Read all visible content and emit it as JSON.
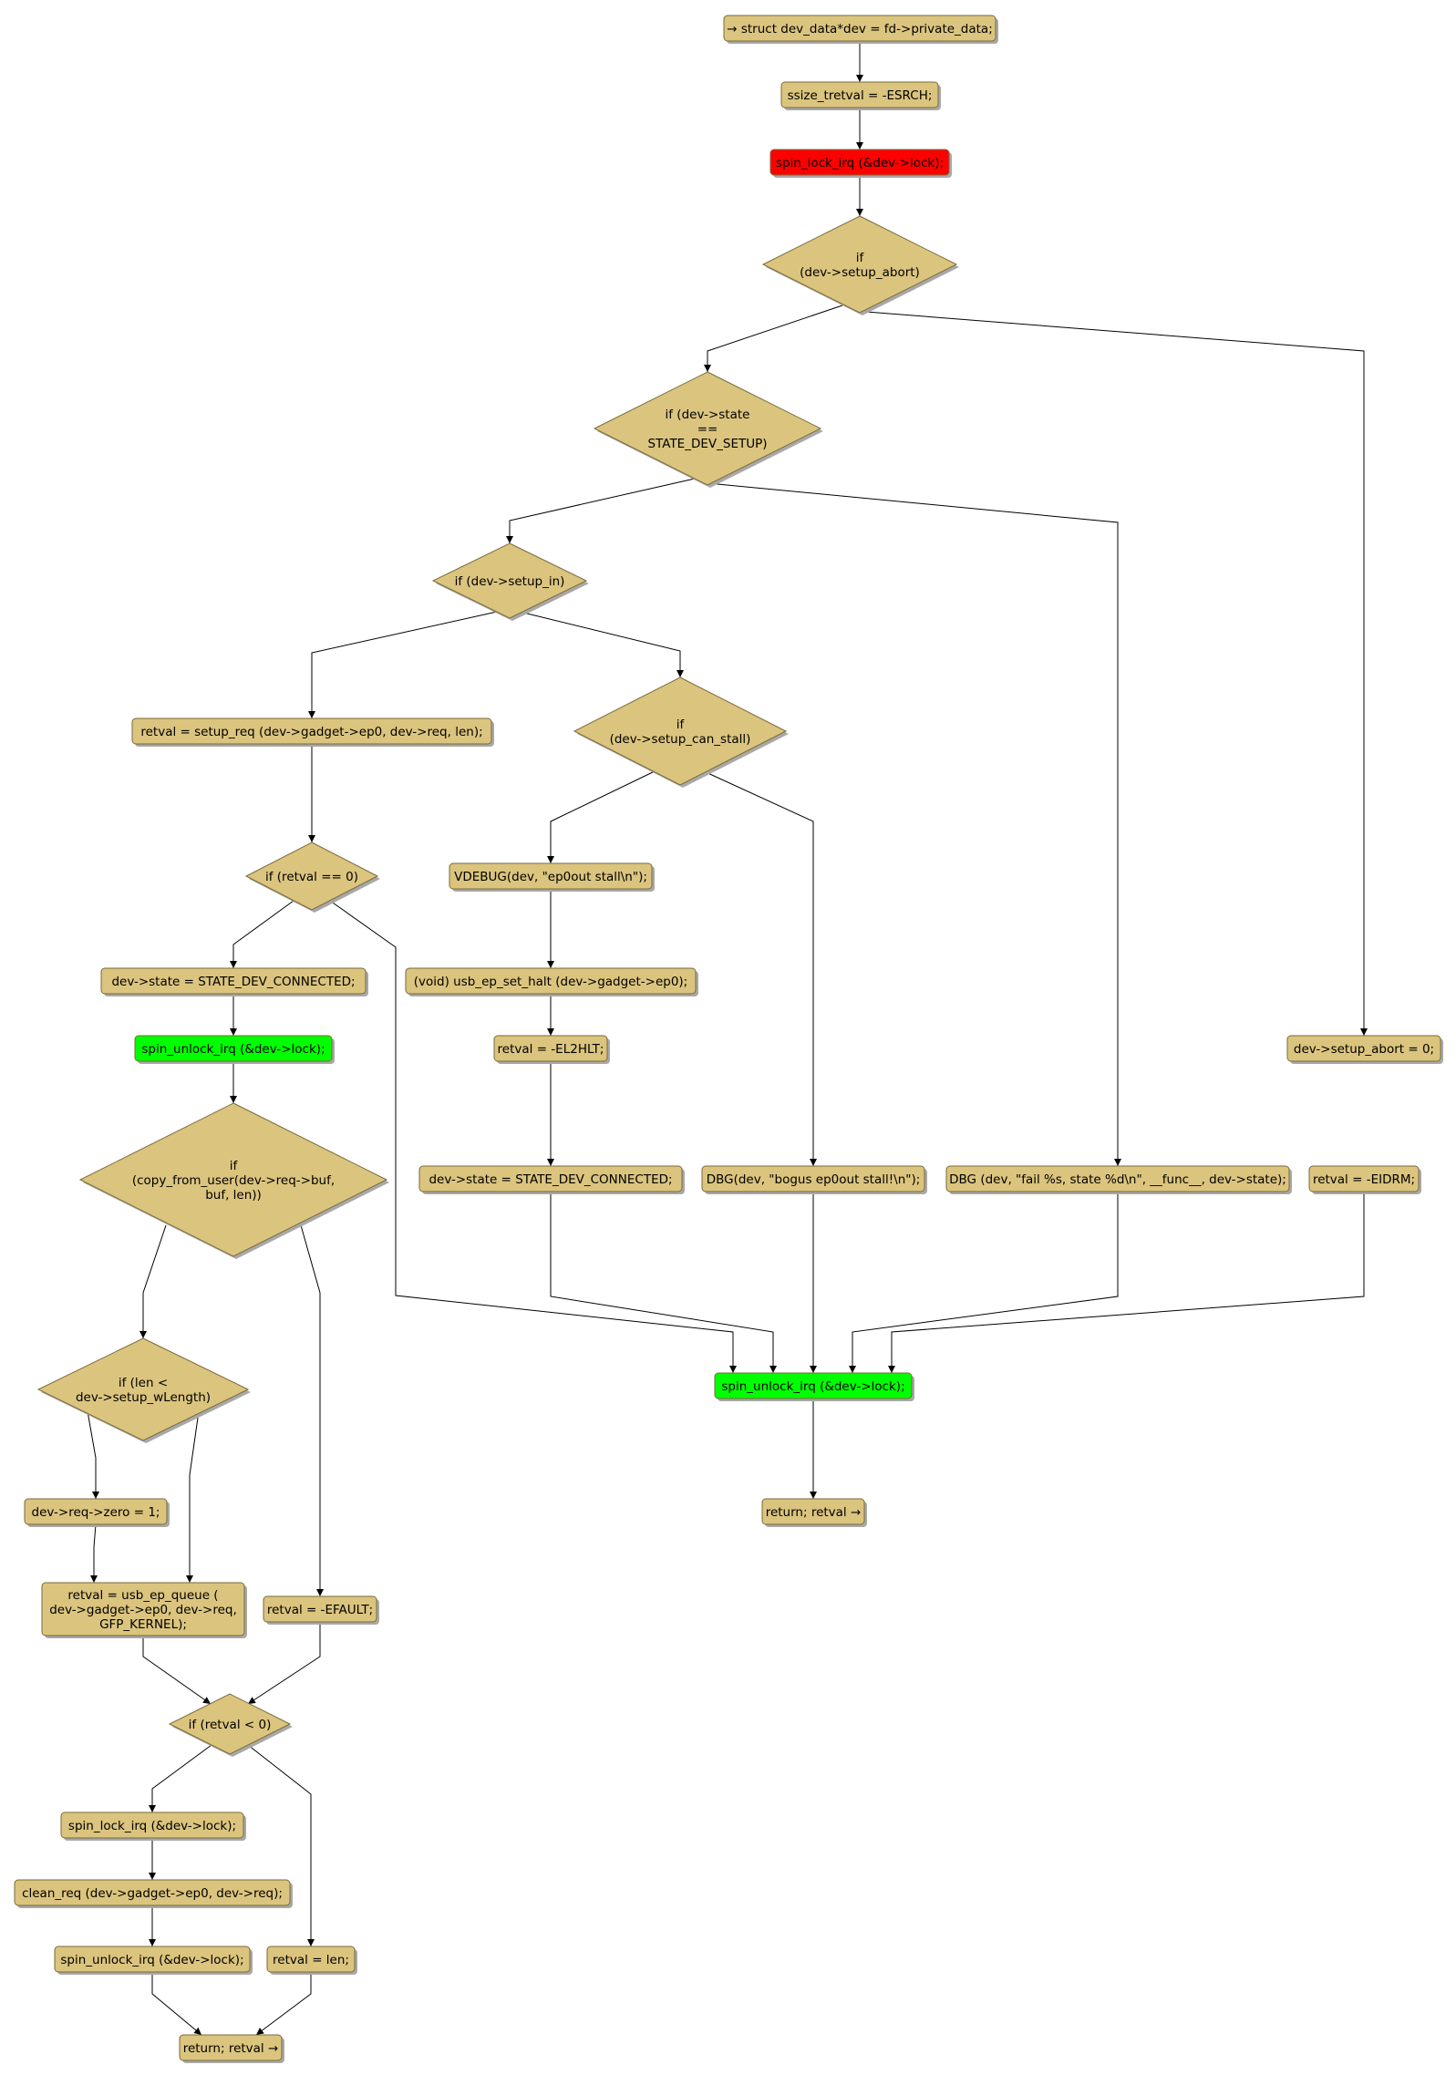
{
  "colors": {
    "node_fill": "#dbc47e",
    "node_border": "#7a6a3a",
    "shadow": "#a8a8a8",
    "lock_fill": "#ff0000",
    "unlock_fill": "#00ff00",
    "edge": "#000000",
    "background": "#ffffff"
  },
  "nodes": {
    "n1": "→ struct dev_data*dev = fd->private_data;",
    "n2": "ssize_tretval = -ESRCH;",
    "n3": "spin_lock_irq (&dev->lock);",
    "d1": [
      "if",
      "(dev->setup_abort)"
    ],
    "d2": [
      "if (dev->state",
      "==",
      "STATE_DEV_SETUP)"
    ],
    "d3": [
      "if (dev->setup_in)"
    ],
    "n_setup_req": "retval = setup_req (dev->gadget->ep0, dev->req, len);",
    "d_stall": [
      "if",
      "(dev->setup_can_stall)"
    ],
    "d_retval0": [
      "if (retval == 0)"
    ],
    "n_vdebug": "VDEBUG(dev, \"ep0out stall\\n\");",
    "n_connected1": "dev->state = STATE_DEV_CONNECTED;",
    "n_halt": "(void) usb_ep_set_halt (dev->gadget->ep0);",
    "n_unlock1": "spin_unlock_irq (&dev->lock);",
    "n_el2hlt": "retval = -EL2HLT;",
    "n_abort0": "dev->setup_abort = 0;",
    "d_copy": [
      "if",
      "(copy_from_user(dev->req->buf,",
      "buf, len))"
    ],
    "n_connected2": "dev->state = STATE_DEV_CONNECTED;",
    "n_dbg_bogus": "DBG(dev, \"bogus ep0out stall!\\n\");",
    "n_dbg_fail": "DBG (dev, \"fail %s, state %d\\n\", __func__, dev->state);",
    "n_eidrm": "retval = -EIDRM;",
    "d_len": [
      "if (len <",
      "dev->setup_wLength)"
    ],
    "n_unlock_main": "spin_unlock_irq (&dev->lock);",
    "n_zero": "dev->req->zero = 1;",
    "n_return_main": "return; retval →",
    "n_queue": [
      "retval = usb_ep_queue (",
      "dev->gadget->ep0, dev->req,",
      "GFP_KERNEL);"
    ],
    "n_efault": "retval = -EFAULT;",
    "d_retval_neg": [
      "if (retval < 0)"
    ],
    "n_lock2": "spin_lock_irq (&dev->lock);",
    "n_clean": "clean_req (dev->gadget->ep0, dev->req);",
    "n_unlock3": "spin_unlock_irq (&dev->lock);",
    "n_len": "retval = len;",
    "n_return_left": "return; retval →"
  }
}
